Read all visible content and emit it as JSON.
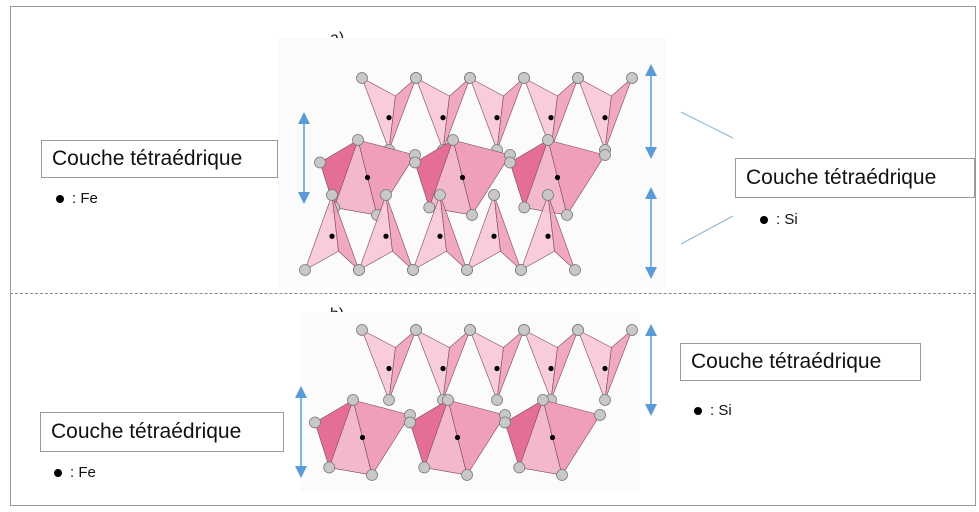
{
  "panels": [
    {
      "id": "a",
      "label": "a)",
      "left_box": "Couche tétraédrique",
      "left_legend_element": ": Fe",
      "right_box": "Couche tétraédrique",
      "right_legend_element": ": Si"
    },
    {
      "id": "b",
      "label": "b)",
      "left_box": "Couche tétraédrique",
      "left_legend_element": ": Fe",
      "right_box": "Couche tétraédrique",
      "right_legend_element": ": Si"
    }
  ],
  "colors": {
    "tetra_light": "#f7c6d6",
    "tetra_mid": "#ef9fbb",
    "tetra_dark": "#e46e98",
    "oxygen": "#c8c8c8",
    "arrow": "#5b9bd5",
    "edge": "#7a4a5a"
  }
}
